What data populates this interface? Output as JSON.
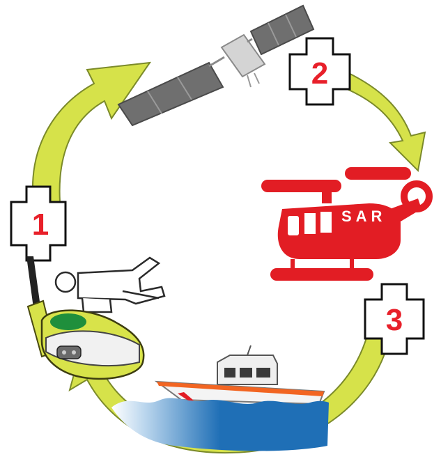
{
  "steps": [
    {
      "number": "1"
    },
    {
      "number": "2"
    },
    {
      "number": "3"
    }
  ],
  "helicopter": {
    "label": "SAR"
  },
  "colors": {
    "arrow_fill": "#d6e24a",
    "arrow_stroke": "#7b8a2a",
    "number_red": "#e8202a",
    "helicopter_red": "#e21d24",
    "satellite_gray": "#6f6f6f",
    "beacon_green": "#1f8f3c",
    "beacon_yellow": "#d8e34a",
    "water_blue": "#1f6fb6"
  },
  "icons": [
    "satellite-icon",
    "helicopter-icon",
    "rescue-boat-icon",
    "emergency-beacon-icon",
    "person-icon"
  ]
}
